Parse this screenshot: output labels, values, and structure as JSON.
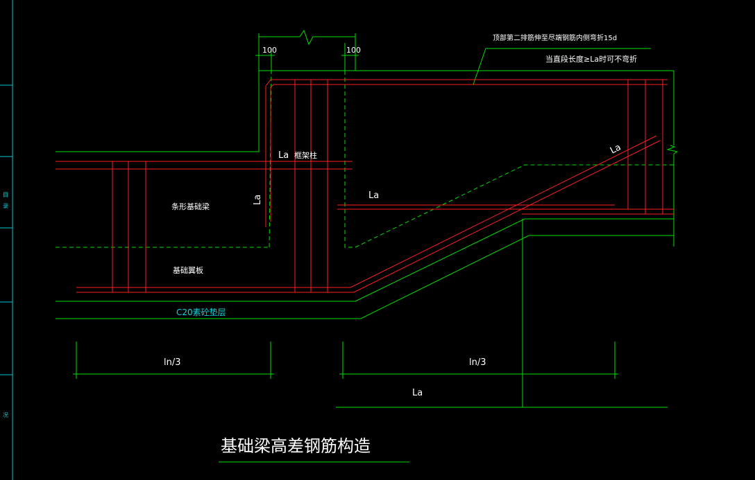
{
  "drawing": {
    "title": "基础梁高差钢筋构造",
    "note_line1": "顶部第二排筋伸至尽端钢筋内侧弯折15d",
    "note_line2": "当直段长度≥La时可不弯折",
    "dim_offset_left": "100",
    "dim_offset_right": "100",
    "label_la_column": "La",
    "label_frame_column": "框架柱",
    "label_la_vertical": "La",
    "label_la_middle": "La",
    "label_la_diagonal": "La",
    "label_strip_beam": "条形基础梁",
    "label_wing_plate": "基础翼板",
    "label_cushion": "C20素砼垫层",
    "dim_ln3_left": "ln/3",
    "dim_ln3_right": "ln/3",
    "label_la_bottom": "La",
    "left_sidebar_chars": [
      "目",
      "录",
      "况"
    ]
  },
  "colors": {
    "background": "#000000",
    "concrete_outline": "#00e000",
    "rebar": "#ff2020",
    "text": "#ffffff",
    "cushion_text": "#00d8e0"
  }
}
